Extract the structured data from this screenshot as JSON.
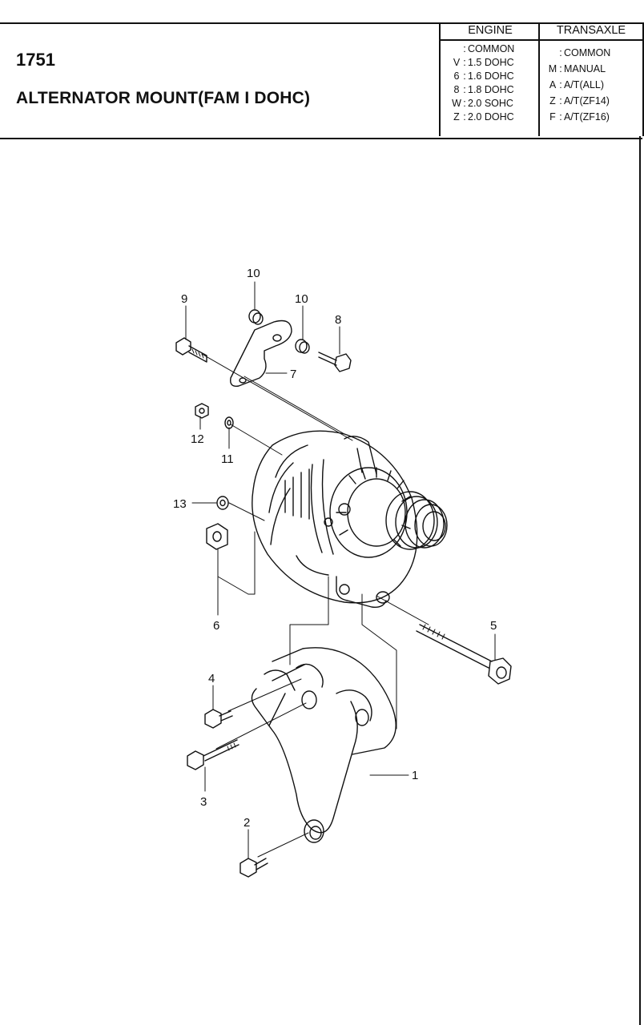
{
  "header": {
    "part_number": "1751",
    "title": "ALTERNATOR MOUNT(FAM I DOHC)"
  },
  "engine_table": {
    "title": "ENGINE",
    "rows": [
      {
        "code": "",
        "desc": "COMMON"
      },
      {
        "code": "V",
        "desc": "1.5 DOHC"
      },
      {
        "code": "6",
        "desc": "1.6 DOHC"
      },
      {
        "code": "8",
        "desc": "1.8 DOHC"
      },
      {
        "code": "W",
        "desc": "2.0 SOHC"
      },
      {
        "code": "Z",
        "desc": "2.0 DOHC"
      }
    ]
  },
  "transaxle_table": {
    "title": "TRANSAXLE",
    "rows": [
      {
        "code": "",
        "desc": "COMMON"
      },
      {
        "code": "M",
        "desc": "MANUAL"
      },
      {
        "code": "A",
        "desc": "A/T(ALL)"
      },
      {
        "code": "Z",
        "desc": "A/T(ZF14)"
      },
      {
        "code": "F",
        "desc": "A/T(ZF16)"
      }
    ]
  },
  "callouts": {
    "c1": "1",
    "c2": "2",
    "c3": "3",
    "c4": "4",
    "c5": "5",
    "c6": "6",
    "c7": "7",
    "c8": "8",
    "c9": "9",
    "c10a": "10",
    "c10b": "10",
    "c11": "11",
    "c12": "12",
    "c13": "13"
  }
}
